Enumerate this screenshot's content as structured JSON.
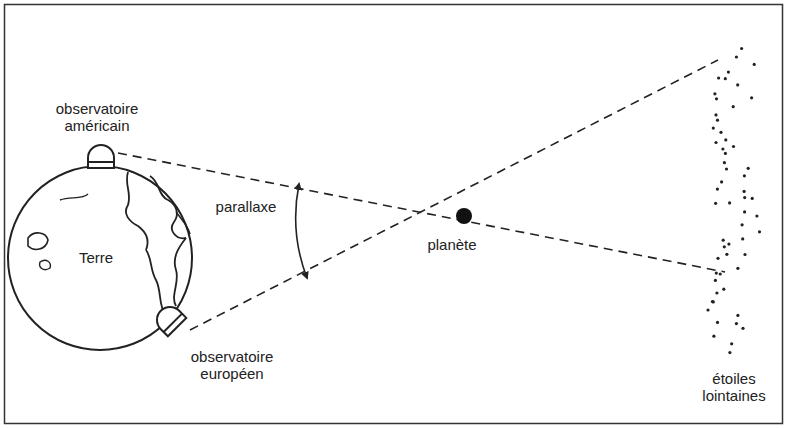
{
  "diagram": {
    "labels": [
      "observatoire américain",
      "parallaxe",
      "planète",
      "Terre",
      "observatoire européen",
      "étoiles lointaines"
    ]
  }
}
